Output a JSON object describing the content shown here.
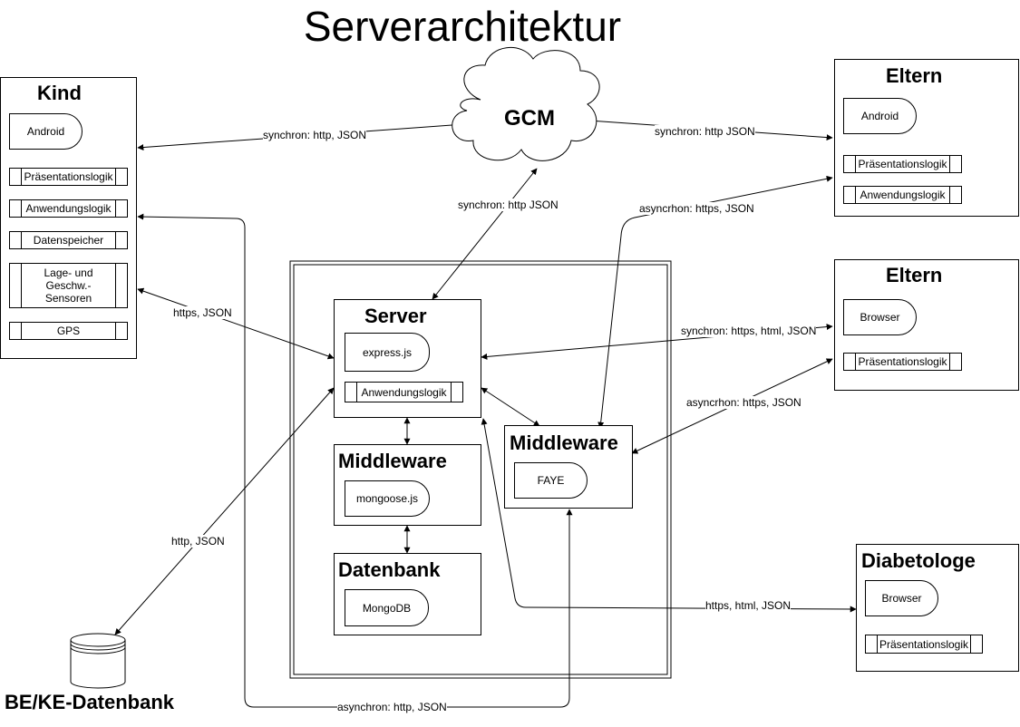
{
  "title": "Serverarchitektur",
  "gcm": "GCM",
  "kind": {
    "heading": "Kind",
    "android": "Android",
    "praesentation": "Präsentationslogik",
    "anwendung": "Anwendungslogik",
    "datenspeicher": "Datenspeicher",
    "sensoren": "Lage- und Geschw.-Sensoren",
    "gps": "GPS"
  },
  "eltern_android": {
    "heading": "Eltern",
    "android": "Android",
    "praesentation": "Präsentationslogik",
    "anwendung": "Anwendungslogik"
  },
  "eltern_browser": {
    "heading": "Eltern",
    "browser": "Browser",
    "praesentation": "Präsentationslogik"
  },
  "diabetologe": {
    "heading": "Diabetologe",
    "browser": "Browser",
    "praesentation": "Präsentationslogik"
  },
  "server": {
    "heading": "Server",
    "express": "express.js",
    "anwendung": "Anwendungslogik"
  },
  "middleware_db": {
    "heading": "Middleware",
    "mongoose": "mongoose.js"
  },
  "datenbank": {
    "heading": "Datenbank",
    "mongodb": "MongoDB"
  },
  "middleware_faye": {
    "heading": "Middleware",
    "faye": "FAYE"
  },
  "be_ke": "BE/KE-Datenbank",
  "edges": {
    "kind_gcm": "synchron: http, JSON",
    "gcm_eltern": "synchron: http JSON",
    "gcm_server": "synchron: http JSON",
    "faye_eltern_android": "asyncrhon: https, JSON",
    "kind_server": "https, JSON",
    "server_eltern_browser": "synchron: https, html, JSON",
    "faye_eltern_browser": "asyncrhon: https, JSON",
    "db_server": "http, JSON",
    "server_diabetologe": "https, html, JSON",
    "kind_faye": "asynchron: http, JSON"
  }
}
